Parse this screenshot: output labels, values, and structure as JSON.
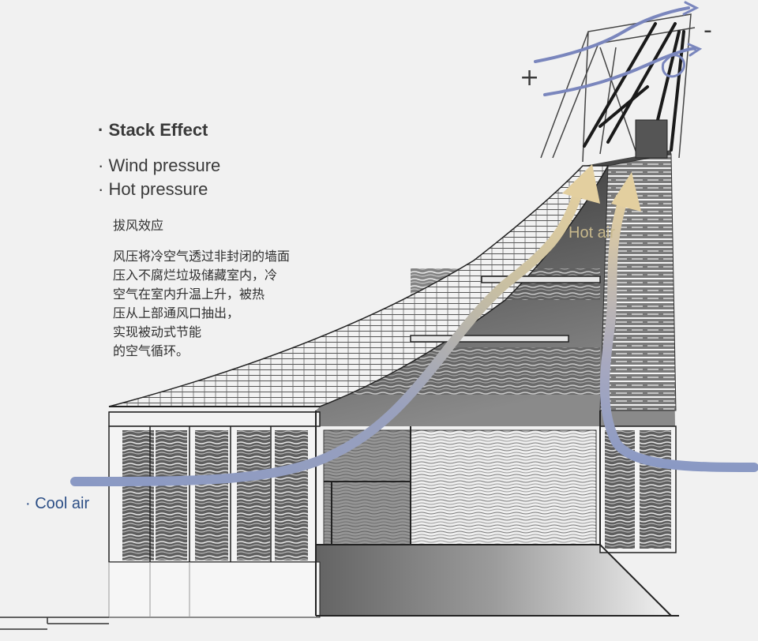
{
  "labels": {
    "title": "· Stack Effect",
    "bullet_wind": "· Wind pressure",
    "bullet_hot": "· Hot pressure",
    "cn_heading": "拔风效应",
    "cn_paragraph": [
      "风压将冷空气透过非封闭的墙面",
      "压入不腐烂垃圾储藏室内，冷",
      "空气在室内升温上升，被热",
      "压从上部通风口抽出，",
      "实现被动式节能",
      "的空气循环。"
    ],
    "hot_air": "Hot air",
    "cool_air": "· Cool air",
    "plus_symbol": "+",
    "minus_symbol": "-"
  },
  "colors": {
    "background": "#f1f1f1",
    "cool_air": "#8a99c4",
    "hot_air": "#dcc79a",
    "wind_arrow": "#7a86bd",
    "line_dark": "#2a2a2a",
    "shade": "#4a4a4a",
    "cool_label": "#2d4f86",
    "hot_label": "#c7b88c"
  }
}
